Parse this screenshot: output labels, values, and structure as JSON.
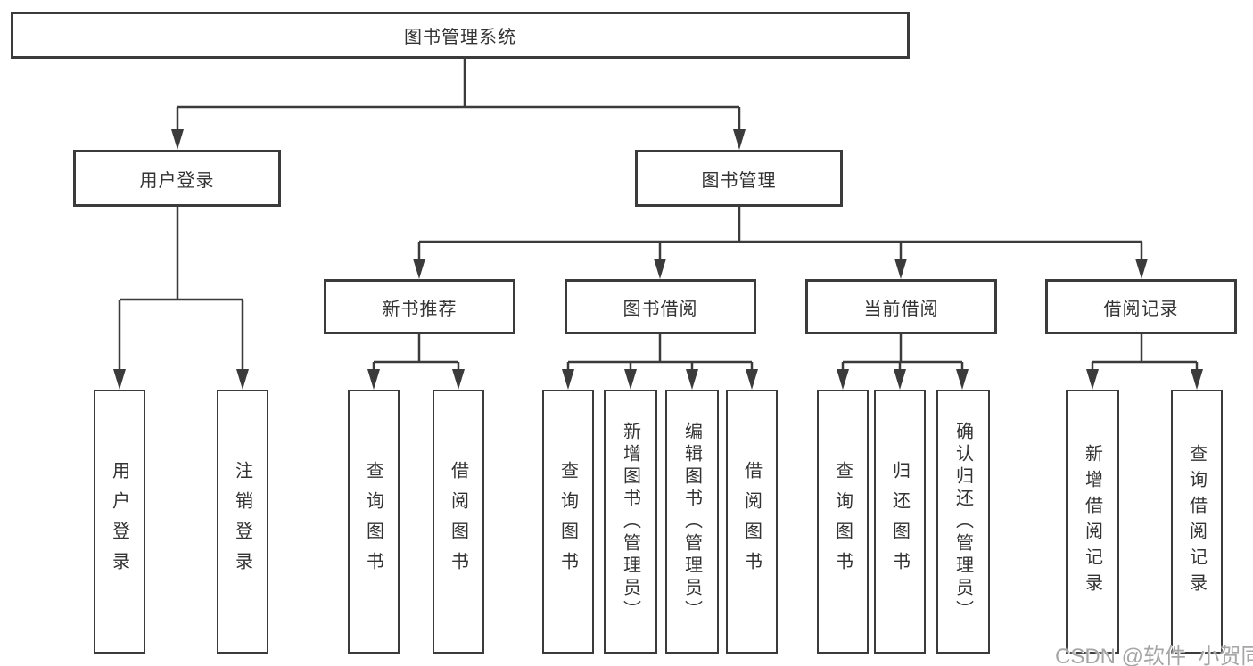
{
  "nodes": {
    "root": "图书管理系统",
    "level2": [
      "用户登录",
      "图书管理"
    ],
    "level3": [
      "新书推荐",
      "图书借阅",
      "当前借阅",
      "借阅记录"
    ],
    "leaves": [
      "用户登录",
      "注销登录",
      "查询图书",
      "借阅图书",
      "查询图书",
      "新增图书（管理员）",
      "编辑图书（管理员）",
      "借阅图书",
      "查询图书",
      "归还图书",
      "确认归还（管理员）",
      "新增借阅记录",
      "查询借阅记录"
    ]
  },
  "watermark": "CSDN @软件_小贺同学",
  "colors": {
    "line": "#3b3b3b",
    "text": "#333333",
    "background": "#ffffff",
    "watermark": "#a6a6a6"
  }
}
